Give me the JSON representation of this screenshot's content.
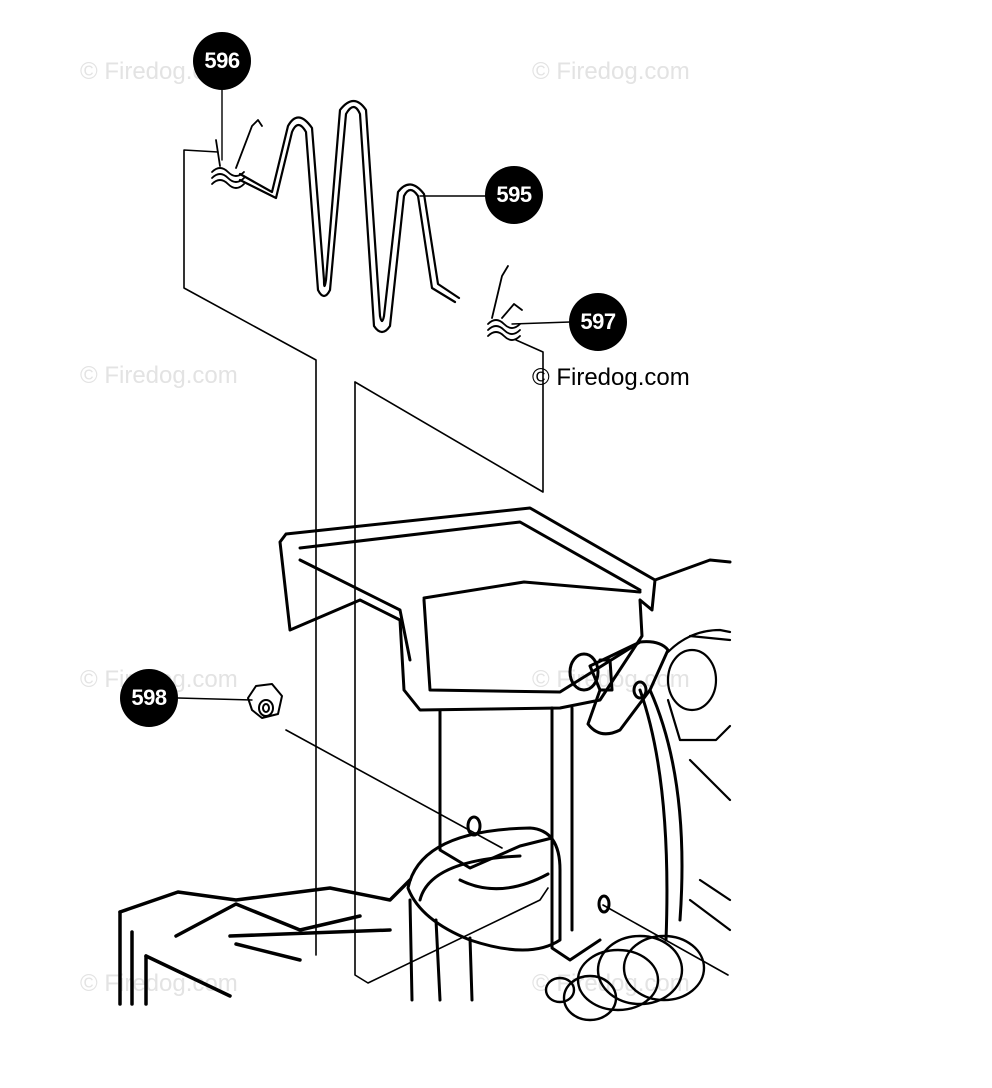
{
  "watermark": {
    "text": "© Firedog.com",
    "color": "#e3e3e3",
    "main_color": "#000000"
  },
  "callouts": [
    {
      "id": "596",
      "label": "596",
      "part": "spring-anchor-left"
    },
    {
      "id": "595",
      "label": "595",
      "part": "wire-spring"
    },
    {
      "id": "597",
      "label": "597",
      "part": "spring-anchor-right"
    },
    {
      "id": "598",
      "label": "598",
      "part": "nut"
    }
  ],
  "colors": {
    "ink": "#000000",
    "background": "#ffffff",
    "callout_text": "#ffffff"
  }
}
